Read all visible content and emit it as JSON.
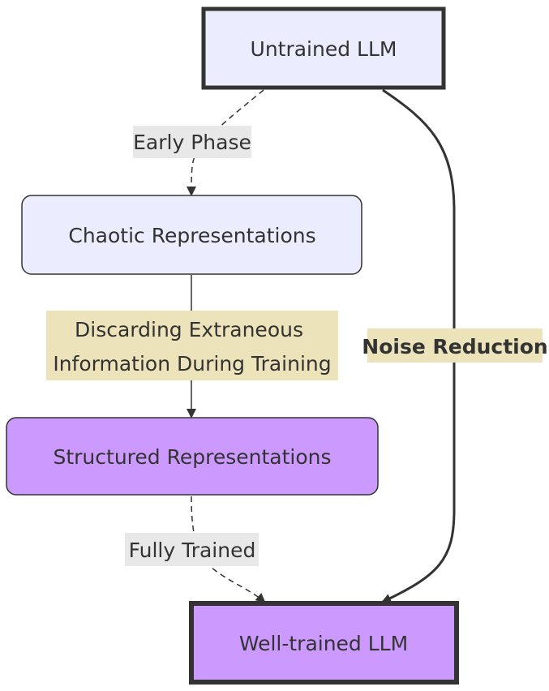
{
  "nodes": {
    "untrained": {
      "label": "Untrained LLM"
    },
    "chaotic": {
      "label": "Chaotic Representations"
    },
    "structured": {
      "label": "Structured Representations"
    },
    "welltrained": {
      "label": "Well-trained LLM"
    }
  },
  "edges": {
    "early_phase": {
      "label": "Early Phase"
    },
    "discarding": {
      "label_line1": "Discarding Extraneous",
      "label_line2": "Information During Training"
    },
    "noise_reduction": {
      "label": "Noise Reduction"
    },
    "fully_trained": {
      "label": "Fully Trained"
    }
  },
  "colors": {
    "node_light": "#ECECFF",
    "node_purple": "#CC99FF",
    "border_default": "#333333",
    "label_grey": "#E8E8E8",
    "label_highlight": "#EDE3BA",
    "edge": "#333333"
  }
}
